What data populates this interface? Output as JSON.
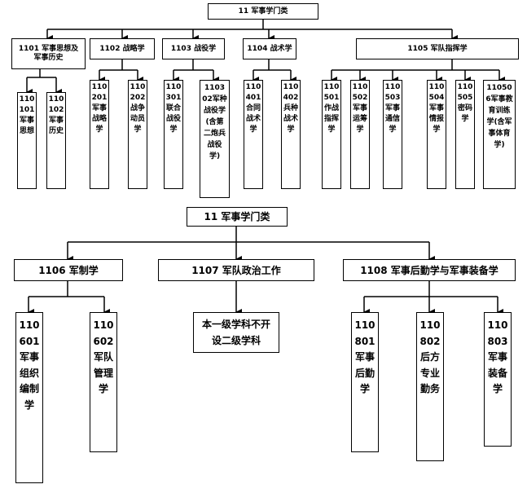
{
  "top": {
    "root": "11 军事学门类",
    "cats": [
      {
        "id": "c1101",
        "label": "1101 军事思想及军事历史"
      },
      {
        "id": "c1102",
        "label": "1102 战略学"
      },
      {
        "id": "c1103",
        "label": "1103 战役学"
      },
      {
        "id": "c1104",
        "label": "1104 战术学"
      },
      {
        "id": "c1105",
        "label": "1105 军队指挥学"
      }
    ],
    "subs": [
      "110101军事思想",
      "110102军事历史",
      "110201军事战略学",
      "110202战争动员学",
      "110301联合战役学",
      "110302军种战役学(含第二炮兵战役学)",
      "110401合同战术学",
      "110402兵种战术学",
      "110501作战指挥学",
      "110502军事运筹学",
      "110503军事通信学",
      "110504军事情报学",
      "110505密码学",
      "110506军事教育训练学(含军事体育学)"
    ]
  },
  "bottom": {
    "root": "11 军事学门类",
    "cats": [
      {
        "id": "c1106",
        "label": "1106 军制学"
      },
      {
        "id": "c1107",
        "label": "1107 军队政治工作"
      },
      {
        "id": "c1108",
        "label": "1108 军事后勤学与军事装备学"
      }
    ],
    "note": "本一级学科不开设二级学科",
    "subs": [
      "110601军事组织编制学",
      "110602军队管理学",
      "110801军事后勤学",
      "110802后方专业勤务",
      "110803军事装备学"
    ]
  }
}
